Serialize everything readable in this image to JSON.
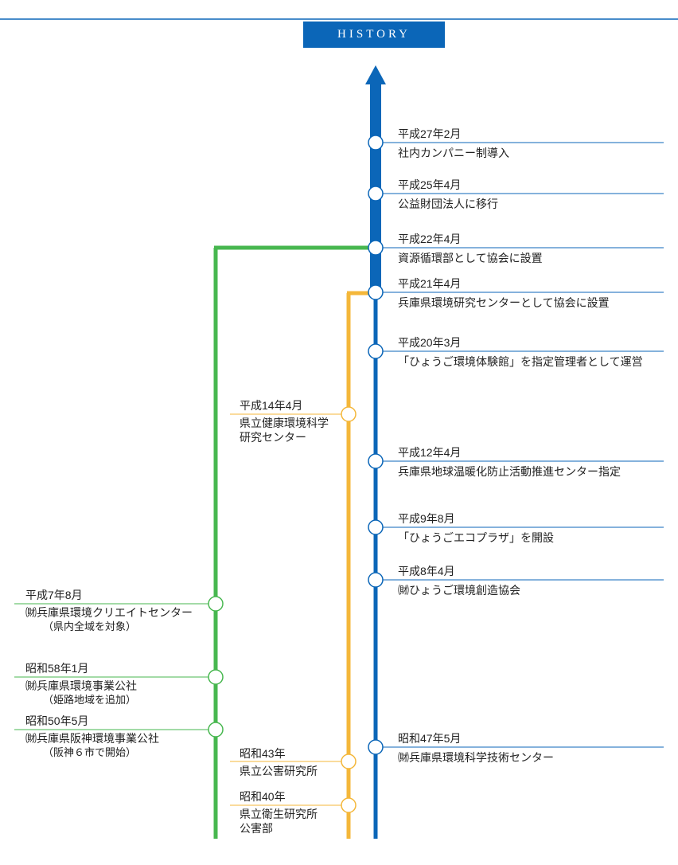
{
  "header": {
    "title": "HISTORY"
  },
  "colors": {
    "blue": "#0b66b8",
    "green": "#47b74f",
    "orange": "#f4b73a",
    "marker_fill": "#ffffff"
  },
  "events_blue": [
    {
      "date": "平成27年2月",
      "text": "社内カンパニー制導入"
    },
    {
      "date": "平成25年4月",
      "text": "公益財団法人に移行"
    },
    {
      "date": "平成22年4月",
      "text": "資源循環部として協会に設置"
    },
    {
      "date": "平成21年4月",
      "text": "兵庫県環境研究センターとして協会に設置"
    },
    {
      "date": "平成20年3月",
      "text": "「ひょうご環境体験館」を指定管理者として運営"
    },
    {
      "date": "平成12年4月",
      "text": "兵庫県地球温暖化防止活動推進センター指定"
    },
    {
      "date": "平成9年8月",
      "text": "「ひょうごエコプラザ」を開設"
    },
    {
      "date": "平成8年4月",
      "text": "㈶ひょうご環境創造協会"
    },
    {
      "date": "昭和47年5月",
      "text": "㈶兵庫県環境科学技術センター"
    }
  ],
  "events_orange": [
    {
      "date": "平成14年4月",
      "text": "県立健康環境科学",
      "text2": "研究センター"
    },
    {
      "date": "昭和43年",
      "text": "県立公害研究所"
    },
    {
      "date": "昭和40年",
      "text": "県立衛生研究所",
      "text2": "公害部"
    }
  ],
  "events_green": [
    {
      "date": "平成7年8月",
      "text": "㈶兵庫県環境クリエイトセンター",
      "sub": "（県内全域を対象）"
    },
    {
      "date": "昭和58年1月",
      "text": "㈶兵庫県環境事業公社",
      "sub": "（姫路地域を追加）"
    },
    {
      "date": "昭和50年5月",
      "text": "㈶兵庫県阪神環境事業公社",
      "sub": "（阪神６市で開始）"
    }
  ]
}
